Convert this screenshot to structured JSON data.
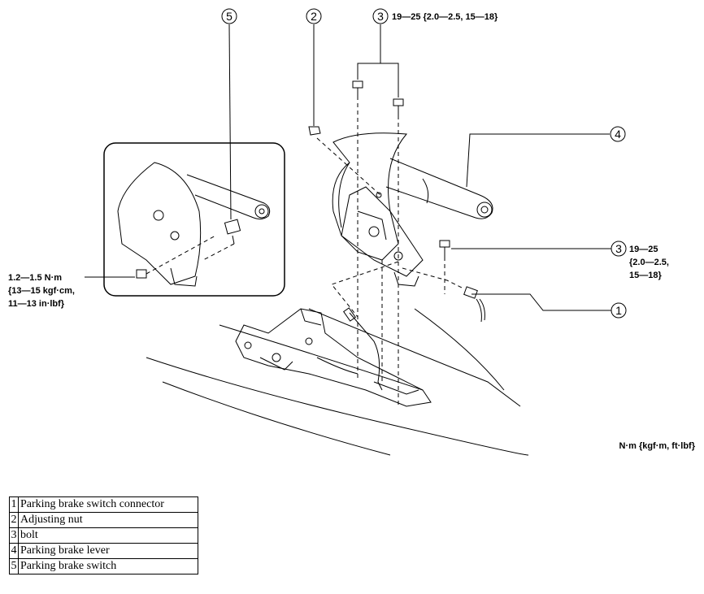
{
  "callouts": [
    {
      "num": "1",
      "label": "Parking brake switch connector"
    },
    {
      "num": "2",
      "label": "Adjusting nut"
    },
    {
      "num": "3",
      "label": "bolt"
    },
    {
      "num": "4",
      "label": "Parking brake lever"
    },
    {
      "num": "5",
      "label": "Parking brake switch"
    }
  ],
  "torque_top": "19—25 {2.0—2.5, 15—18}",
  "torque_right": [
    "19—25",
    "{2.0—2.5,",
    "15—18}"
  ],
  "torque_left": [
    "1.2—1.5 N·m",
    "{13—15 kgf·cm,",
    "11—13 in·lbf}"
  ],
  "units": "N·m {kgf·m, ft·lbf}"
}
